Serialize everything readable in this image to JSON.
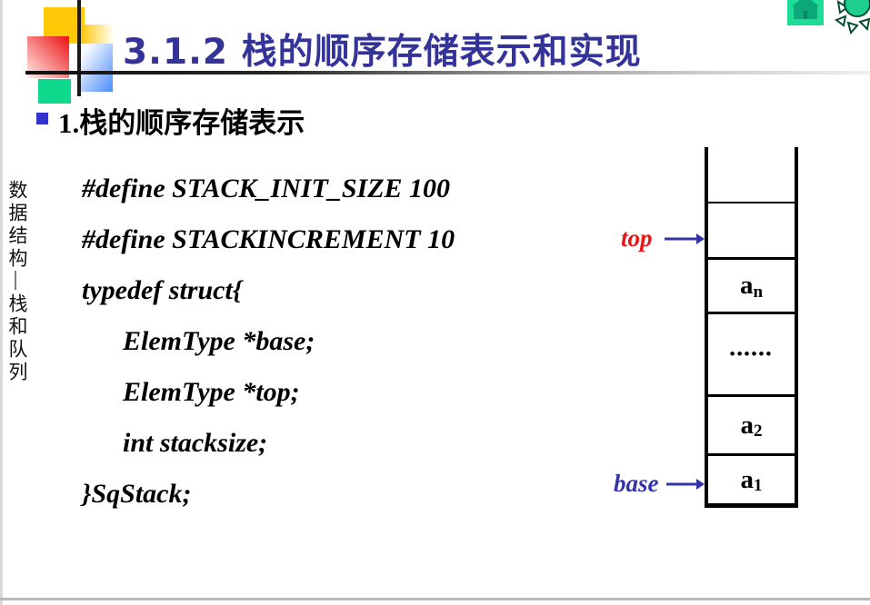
{
  "header": {
    "title": "3.1.2 栈的顺序存储表示和实现",
    "title_color": "#333399"
  },
  "sidebar": {
    "vertical_text": "数据结构—栈和队列"
  },
  "content": {
    "heading": "1.栈的顺序存储表示",
    "code_lines": [
      {
        "text": "#define STACK_INIT_SIZE 100"
      },
      {
        "text": "#define STACKINCREMENT 10"
      },
      {
        "text": "typedef struct{"
      },
      {
        "text": "ElemType *base;"
      },
      {
        "text": "ElemType *top;"
      },
      {
        "text": "int stacksize;"
      },
      {
        "text": "}SqStack;"
      }
    ]
  },
  "diagram": {
    "top_label": "top",
    "base_label": "base",
    "top_label_color": "#ee1111",
    "base_label_color": "#3333aa",
    "arrow_color": "#3333aa",
    "cells": [
      {
        "content": "",
        "sub": ""
      },
      {
        "content": "",
        "sub": ""
      },
      {
        "content": "a",
        "sub": "n"
      },
      {
        "content": "••••••",
        "sub": ""
      },
      {
        "content": "a",
        "sub": "2"
      },
      {
        "content": "a",
        "sub": "1"
      }
    ]
  },
  "decor": {
    "colors": {
      "yellow": "#ffc907",
      "red": "#ee1111",
      "blue": "#4a8bfa",
      "green": "#0fd98c",
      "bullet": "#3333cc"
    }
  }
}
